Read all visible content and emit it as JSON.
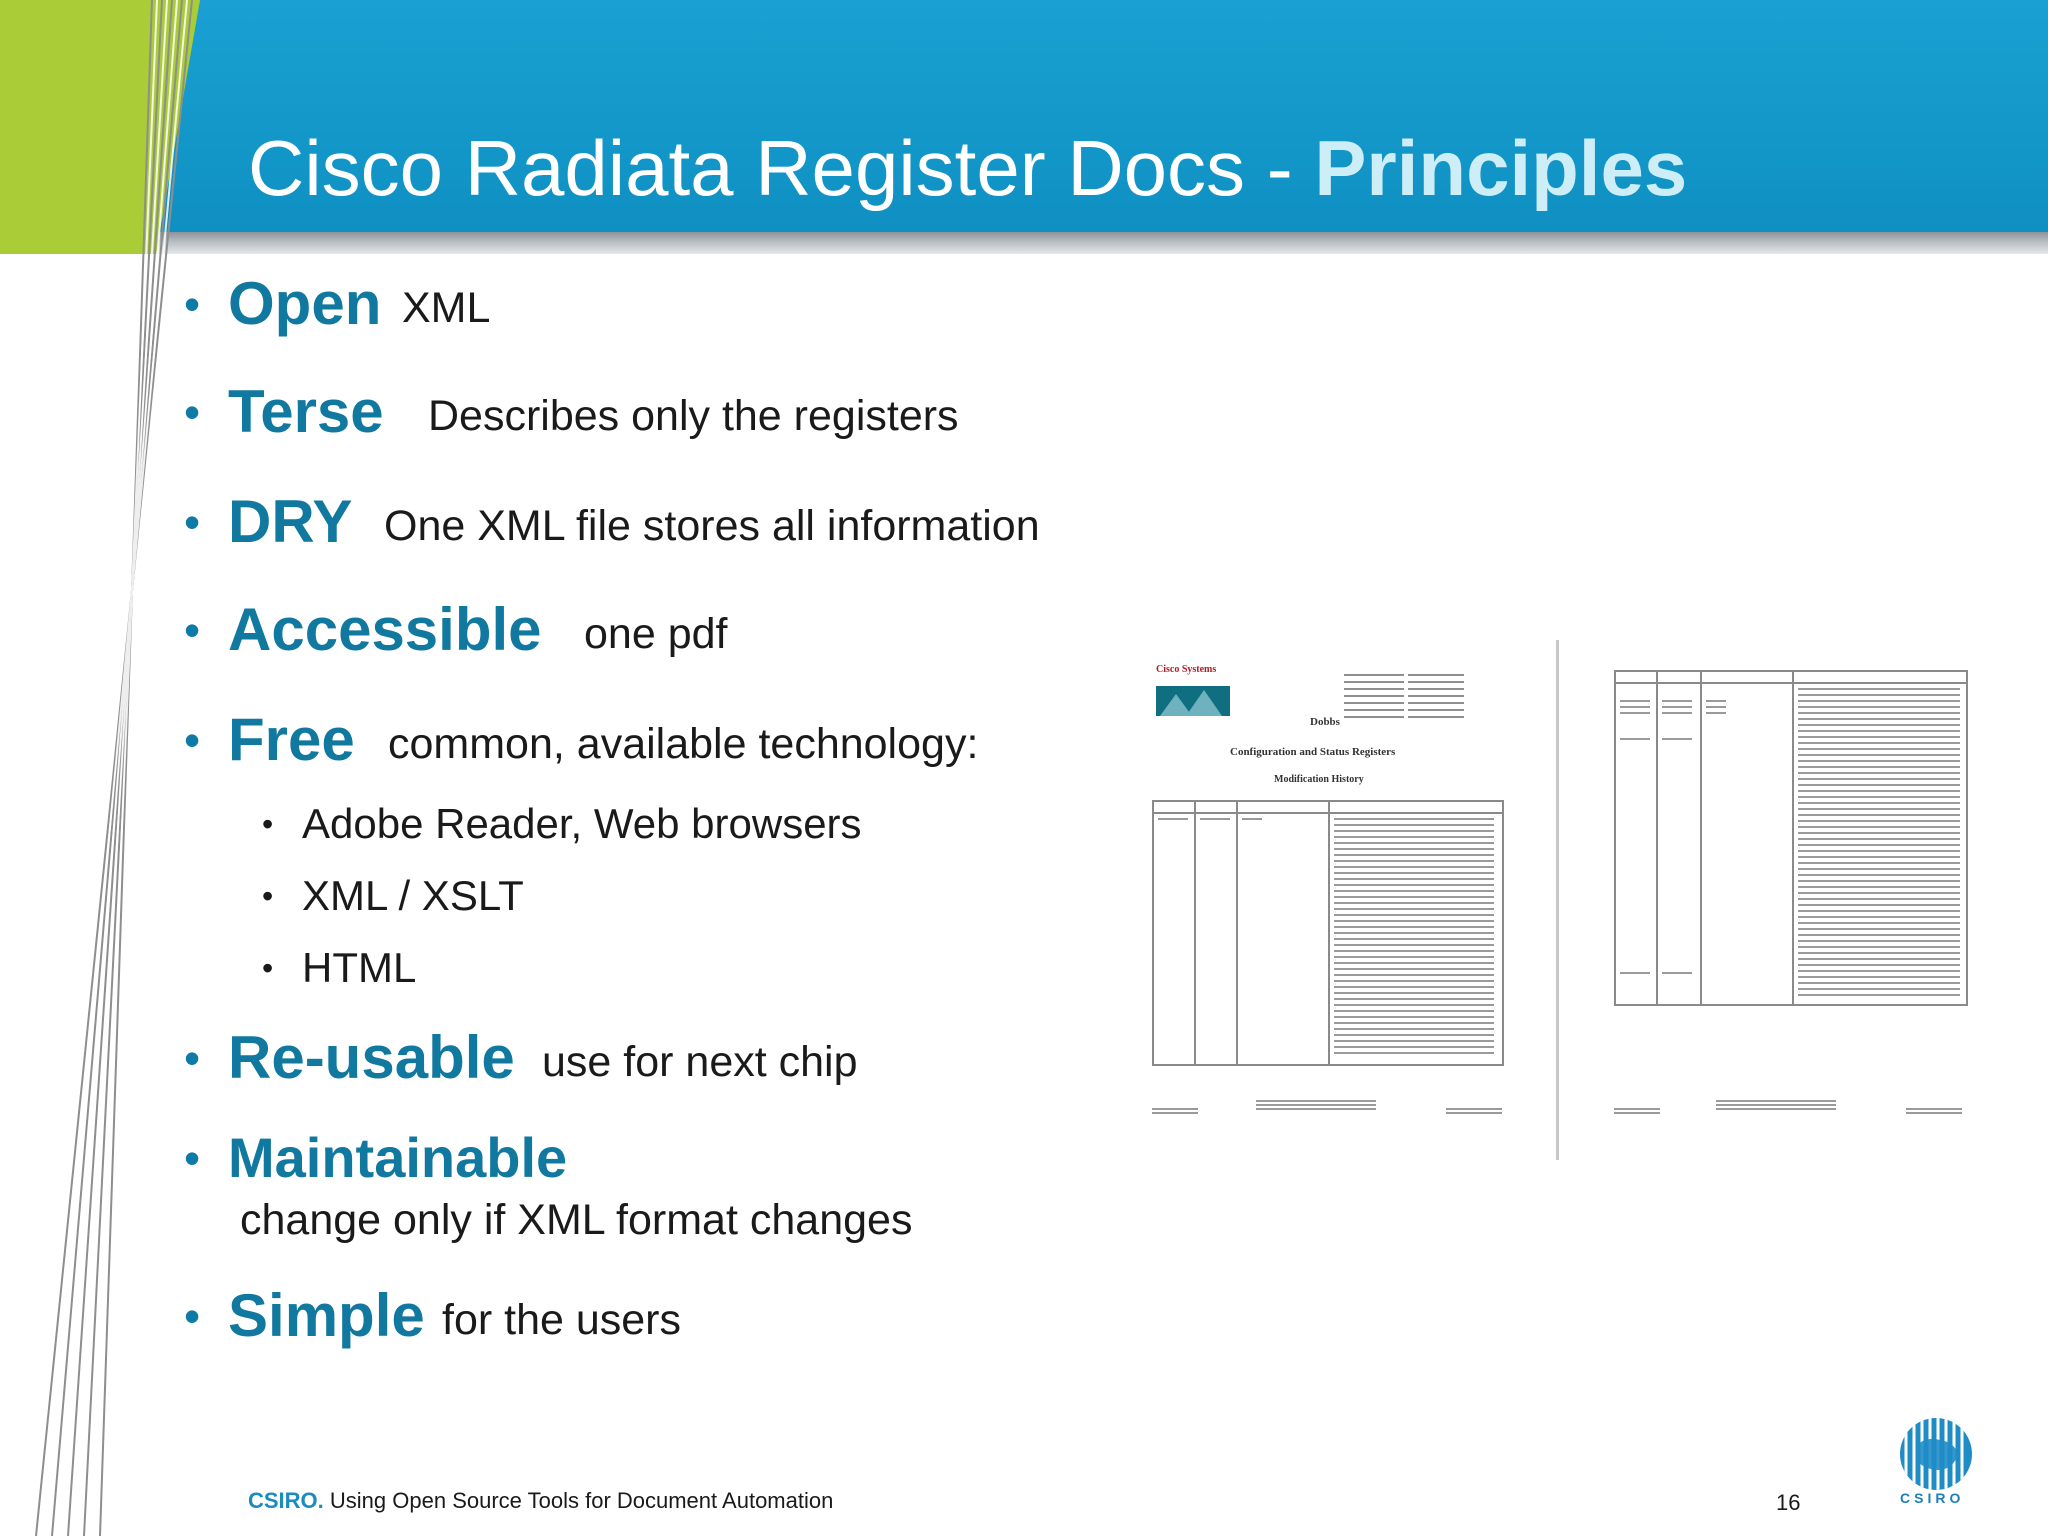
{
  "slide": {
    "title_main": "Cisco Radiata Register Docs - ",
    "title_emphasis": "Principles"
  },
  "bullets": [
    {
      "keyword": "Open",
      "description": "XML"
    },
    {
      "keyword": "Terse",
      "description": "Describes only the registers"
    },
    {
      "keyword": "DRY",
      "description": "One XML file stores all information"
    },
    {
      "keyword": "Accessible",
      "description": "one pdf"
    },
    {
      "keyword": "Free",
      "description": "common, available technology:"
    },
    {
      "keyword": "Re-usable",
      "description": "use for next chip"
    },
    {
      "keyword": "Maintainable",
      "description": "change only if XML format changes"
    },
    {
      "keyword": "Simple",
      "description": "for the users"
    }
  ],
  "sub_bullets": [
    "Adobe Reader, Web browsers",
    "XML / XSLT",
    "HTML"
  ],
  "thumbnail": {
    "logo_text": "Cisco Systems",
    "doc_title": "Dobbs",
    "doc_subtitle": "Configuration and Status Registers",
    "doc_section": "Modification History"
  },
  "footer": {
    "brand": "CSIRO.",
    "text": " Using Open Source Tools for Document Automation",
    "page_number": "16",
    "logo_word": "CSIRO"
  },
  "colors": {
    "header_blue": "#1397c9",
    "accent_green": "#a9cc37",
    "keyword_blue": "#11789f",
    "title_emphasis": "#cdeef7"
  }
}
